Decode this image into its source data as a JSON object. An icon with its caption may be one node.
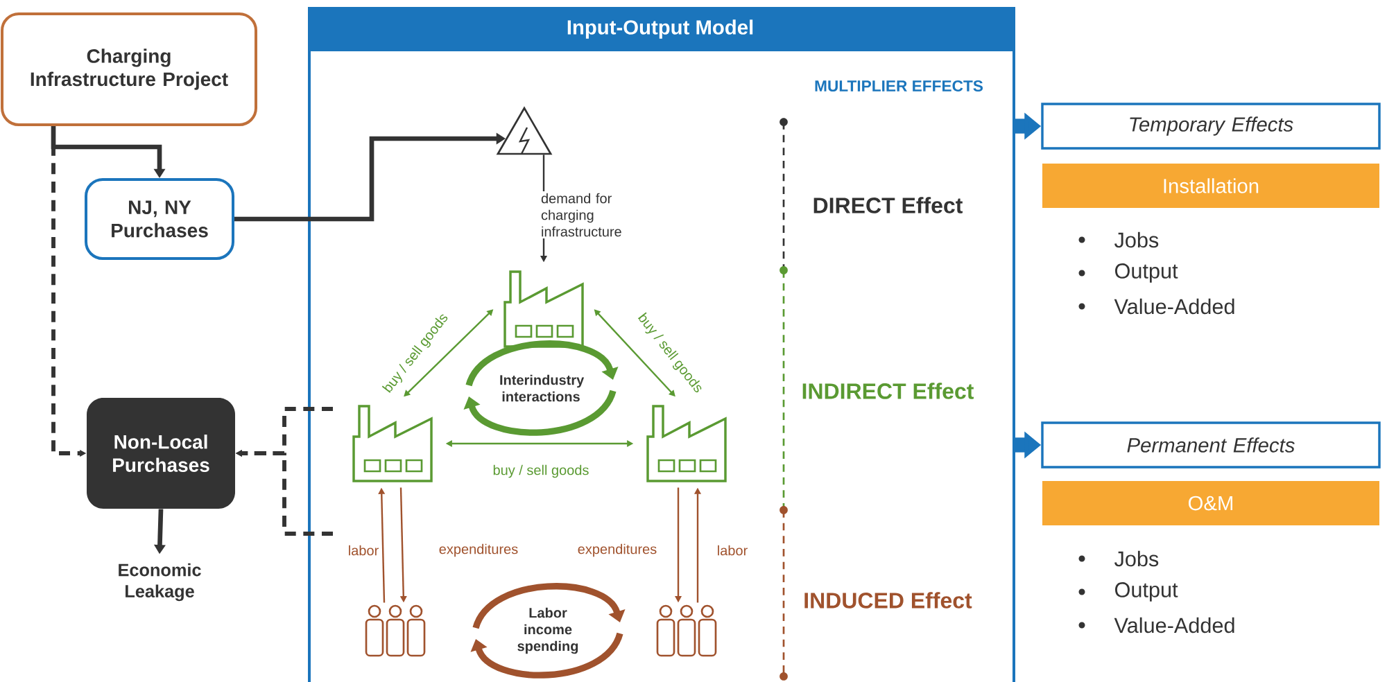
{
  "diagram": {
    "nodes": [
      {
        "text": [
          "Charging Infrastructure Project"
        ]
      },
      {
        "text": [
          "Input-Output Model"
        ]
      },
      {
        "text": [
          "NJ, NY Purchases"
        ]
      },
      {
        "text": [
          "Non-Local Purchases"
        ]
      },
      {
        "text": [
          "Economic Leakage"
        ]
      },
      {
        "text": [],
        "shape": "triangle",
        "in": 1
      },
      {
        "text": [],
        "shape": "factory",
        "in": 1
      },
      {
        "text": [],
        "shape": "factory",
        "in": 1
      },
      {
        "text": [],
        "shape": "factory",
        "in": 1
      },
      {
        "text": [],
        "shape": "person",
        "in": 1
      },
      {
        "text": [],
        "shape": "person",
        "in": 1
      },
      {
        "text": [
          "Interindustry interactions"
        ],
        "in": 1
      },
      {
        "text": [
          "Labor income spending"
        ],
        "in": 1
      },
      {
        "text": [
          "Temporary Effects"
        ]
      },
      {
        "text": [
          "Installation"
        ]
      },
      {
        "text": [
          "Permanent Effects"
        ]
      },
      {
        "text": [
          "O&M"
        ]
      }
    ],
    "edges": [
      {
        "from": 0,
        "to": 2,
        "arrow": "to",
        "style": "thick"
      },
      {
        "from": 0,
        "to": 3,
        "arrow": "to",
        "style": "dashed"
      },
      {
        "from": 2,
        "to": 5,
        "arrow": "to",
        "style": "thick"
      },
      {
        "from": 3,
        "to": 4,
        "arrow": "to",
        "style": "thick"
      },
      {
        "from": null,
        "to": 3,
        "arrow": "to",
        "style": "dashed"
      },
      {
        "from": null,
        "to": 3,
        "arrow": "to",
        "style": "dashed"
      },
      {
        "from": 5,
        "to": 6,
        "arrow": "to",
        "label": "demand for charging infrastructure"
      },
      {
        "from": 6,
        "to": 7,
        "arrow": "both",
        "label": "buy / sell goods",
        "color": "#5a9a32"
      },
      {
        "from": 6,
        "to": 8,
        "arrow": "both",
        "label": "buy / sell goods",
        "color": "#5a9a32"
      },
      {
        "from": 7,
        "to": 8,
        "arrow": "both",
        "label": "buy / sell goods",
        "color": "#5a9a32"
      },
      {
        "from": 9,
        "to": 7,
        "arrow": "to",
        "label": "labor",
        "color": "#a0522d"
      },
      {
        "from": 7,
        "to": 9,
        "arrow": "to",
        "label": "expenditures",
        "color": "#a0522d"
      },
      {
        "from": 8,
        "to": 10,
        "arrow": "to",
        "label": "expenditures",
        "color": "#a0522d"
      },
      {
        "from": 10,
        "to": 8,
        "arrow": "to",
        "label": "labor",
        "color": "#a0522d"
      },
      {
        "from": 1,
        "to": 13,
        "arrow": "to",
        "style": "thick",
        "color": "#1b75bc"
      },
      {
        "from": 1,
        "to": 15,
        "arrow": "to",
        "style": "thick",
        "color": "#1b75bc"
      }
    ],
    "labels": [
      "MULTIPLIER EFFECTS",
      "DIRECT Effect",
      "INDIRECT Effect",
      "INDUCED Effect",
      "Jobs",
      "Output",
      "Value-Added",
      "Jobs",
      "Output",
      "Value-Added"
    ]
  }
}
